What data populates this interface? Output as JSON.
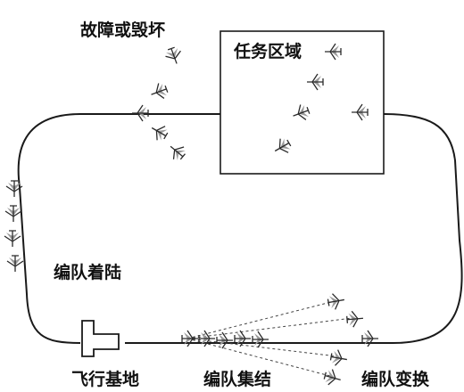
{
  "diagram": {
    "labels": {
      "failure": "故障或毁坏",
      "mission_area": "任务区域",
      "formation_landing": "编队着陆",
      "flight_base": "飞行基地",
      "formation_assembly": "编队集结",
      "formation_change": "编队变换"
    },
    "colors": {
      "line": "#1a1a1a",
      "text": "#111111",
      "background": "#ffffff"
    },
    "icons": {
      "aircraft": "drone-plane-icon",
      "base": "airbase-t-icon"
    }
  }
}
